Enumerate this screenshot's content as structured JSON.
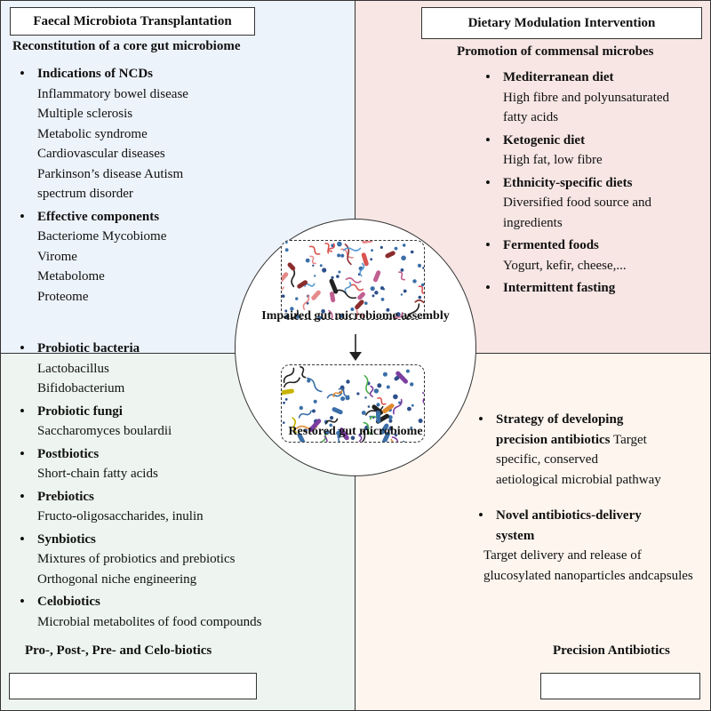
{
  "top_left": {
    "title": "Faecal Microbiota Transplantation",
    "heading": "Reconstitution of a core gut microbiome",
    "items": [
      {
        "label": "Indications of NCDs",
        "lines": [
          "Inflammatory bowel disease",
          "Multiple sclerosis",
          "Metabolic syndrome",
          "Cardiovascular diseases",
          "Parkinson’s disease Autism",
          "spectrum disorder"
        ]
      },
      {
        "label": "Effective components",
        "lines": [
          "Bacteriome Mycobiome",
          "Virome",
          "Metabolome",
          "Proteome"
        ]
      }
    ]
  },
  "top_right": {
    "title": "Dietary Modulation Intervention",
    "heading": "Promotion of commensal microbes",
    "items": [
      {
        "label": "Mediterranean diet",
        "lines": [
          "High fibre and polyunsaturated",
          "fatty acids"
        ]
      },
      {
        "label": "Ketogenic diet",
        "lines": [
          "High fat, low fibre"
        ]
      },
      {
        "label": "Ethnicity-specific diets",
        "lines": [
          "Diversified food source and",
          "ingredients"
        ]
      },
      {
        "label": "Fermented foods",
        "lines": [
          "Yogurt, kefir, cheese,..."
        ]
      },
      {
        "label": "Intermittent fasting",
        "lines": []
      }
    ]
  },
  "bottom_left": {
    "items": [
      {
        "label": "Probiotic bacteria",
        "lines": [
          "Lactobacillus",
          "Bifidobacterium"
        ]
      },
      {
        "label": "Probiotic fungi",
        "lines": [
          "Saccharomyces boulardii"
        ]
      },
      {
        "label": "Postbiotics",
        "lines": [
          "Short-chain fatty acids"
        ]
      },
      {
        "label": "Prebiotics",
        "lines": [
          "Fructo-oligosaccharides, inulin"
        ]
      },
      {
        "label": "Synbiotics",
        "lines": [
          "Mixtures of probiotics and prebiotics",
          "Orthogonal niche engineering"
        ]
      },
      {
        "label": "Celobiotics",
        "lines": [
          "Microbial metabolites of food compounds"
        ]
      }
    ],
    "footer": "Pro-, Post-, Pre- and Celo-biotics"
  },
  "bottom_right": {
    "item1_label_a": "Strategy of developing",
    "item1_label_b": "precision antibiotics",
    "item1_text_a": " Target",
    "item1_text_b": "specific, conserved",
    "item1_text_c": "aetiological microbial pathway",
    "item2_label_a": "Novel antibiotics-delivery",
    "item2_label_b": "system",
    "item2_text_a": "Target delivery and release of",
    "item2_text_b": "glucosylated nanoparticles andcapsules",
    "footer": "Precision Antibiotics"
  },
  "center": {
    "impaired_caption": "Impaired gut microbiome assembly",
    "restored_caption": "Restored gut microbiome"
  },
  "colors": {
    "top_left_bg": "#edf3fa",
    "top_right_bg": "#f7e6e4",
    "bottom_left_bg": "#eef5f0",
    "bottom_right_bg": "#fdf5ee"
  }
}
